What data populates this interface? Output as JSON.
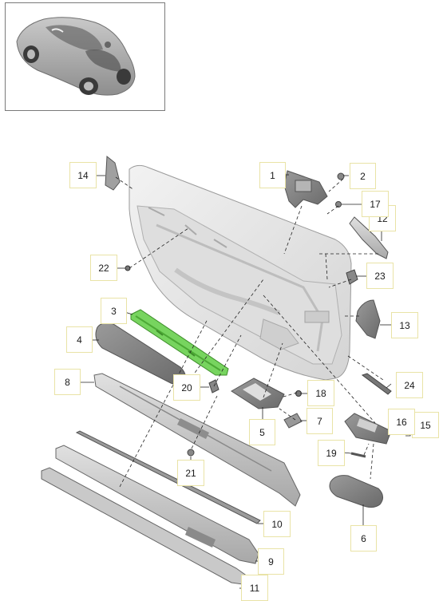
{
  "thumbnail": {
    "icon": "car-icon"
  },
  "callouts": {
    "c1": "1",
    "c2": "2",
    "c3": "3",
    "c4": "4",
    "c5": "5",
    "c6": "6",
    "c7": "7",
    "c8": "8",
    "c9": "9",
    "c10": "10",
    "c11": "11",
    "c12": "12",
    "c13": "13",
    "c14": "14",
    "c15": "15",
    "c16": "16",
    "c17": "17",
    "c18": "18",
    "c19": "19",
    "c20": "20",
    "c21": "21",
    "c22": "22",
    "c23": "23",
    "c24": "24"
  },
  "colors": {
    "highlight_part": "#77d45f",
    "callout_border": "#e9e3a6",
    "part_fill": "#e6e6e6",
    "part_dark": "#8a8a8a",
    "leader_line": "#222222"
  }
}
